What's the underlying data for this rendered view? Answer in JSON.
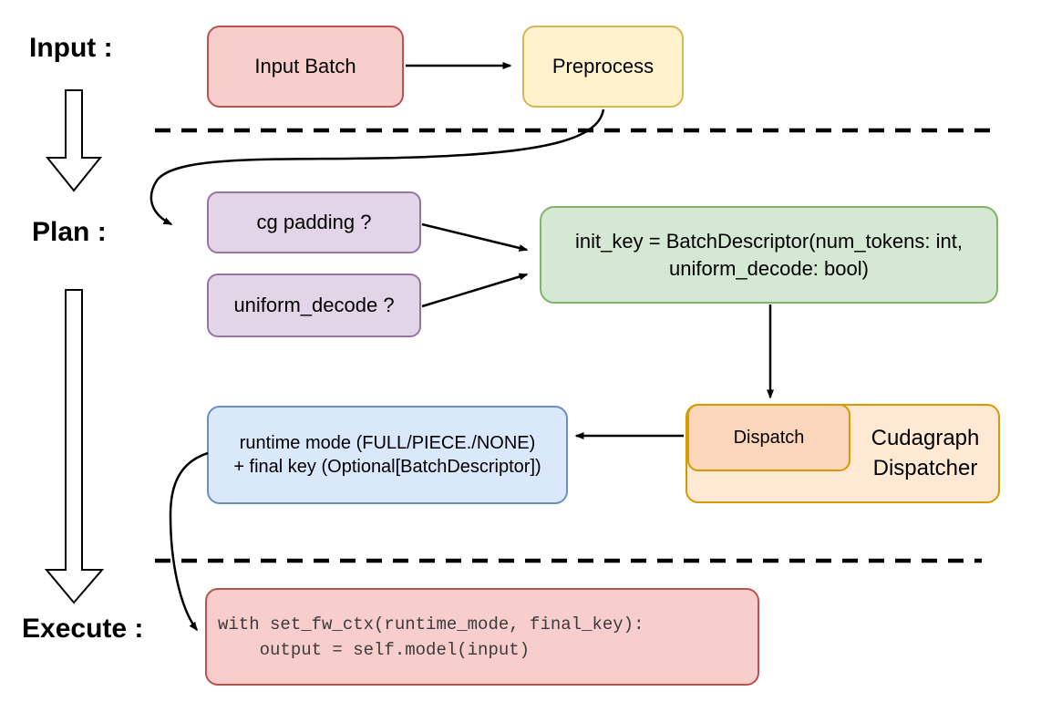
{
  "stages": {
    "input": "Input :",
    "plan": "Plan :",
    "execute": "Execute :"
  },
  "nodes": {
    "input_batch": {
      "label": "Input Batch",
      "fill": "#F8CECC",
      "border": "#B85450"
    },
    "preprocess": {
      "label": "Preprocess",
      "fill": "#FFF2CC",
      "border": "#D6B656"
    },
    "cg_padding": {
      "label": "cg padding ?",
      "fill": "#E1D5E7",
      "border": "#9673A6"
    },
    "uniform_decode": {
      "label": "uniform_decode ?",
      "fill": "#E1D5E7",
      "border": "#9673A6"
    },
    "init_key": {
      "line1": "init_key = BatchDescriptor(num_tokens: int,",
      "line2": "uniform_decode: bool)",
      "fill": "#D5E8D4",
      "border": "#82B366"
    },
    "dispatch": {
      "label": "Dispatch",
      "fill": "#FCD6BA",
      "border": "#D79B00"
    },
    "cudagraph_dispatcher": {
      "line1": "Cudagraph",
      "line2": "Dispatcher",
      "fill": "#FFE9D4",
      "border": "#D79B00"
    },
    "runtime_result": {
      "line1": "runtime mode (FULL/PIECE./NONE)",
      "line2": "+ final key (Optional[BatchDescriptor])",
      "fill": "#DAE8FC",
      "border": "#6C8EBF"
    },
    "execute_code": {
      "line1": "with set_fw_ctx(runtime_mode, final_key):",
      "line2": "    output = self.model(input)",
      "fill": "#F8CECC",
      "border": "#B85450"
    }
  },
  "edges": [
    {
      "from": "input_batch",
      "to": "preprocess"
    },
    {
      "from": "preprocess",
      "to": "cg_padding"
    },
    {
      "from": "cg_padding",
      "to": "init_key"
    },
    {
      "from": "uniform_decode",
      "to": "init_key"
    },
    {
      "from": "init_key",
      "to": "dispatch"
    },
    {
      "from": "dispatch",
      "to": "runtime_result"
    },
    {
      "from": "runtime_result",
      "to": "execute_code"
    },
    {
      "from": "stage_input",
      "to": "stage_plan"
    },
    {
      "from": "stage_plan",
      "to": "stage_execute"
    }
  ]
}
